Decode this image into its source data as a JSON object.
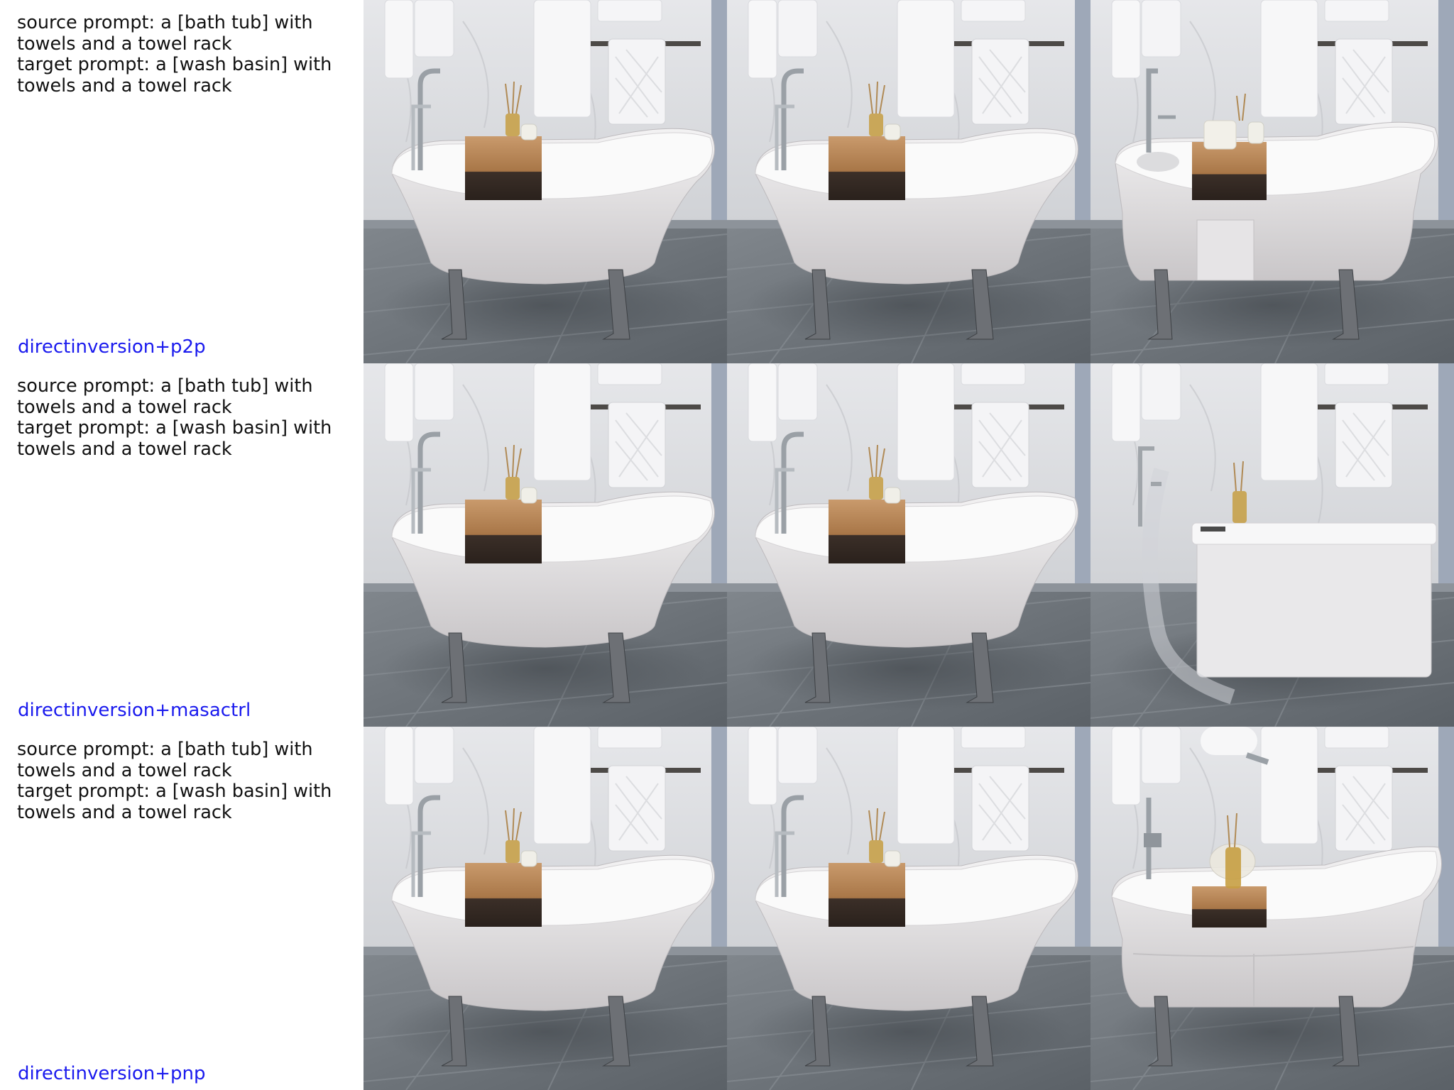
{
  "rows": [
    {
      "source_prompt": "source prompt: a [bath tub] with towels and a towel rack",
      "target_prompt": "target prompt: a [wash basin] with towels and a towel rack",
      "method": "directinversion+p2p",
      "result_kind": "tub-sink"
    },
    {
      "source_prompt": "source prompt: a [bath tub] with towels and a towel rack",
      "target_prompt": "target prompt: a [wash basin] with towels and a towel rack",
      "method": "directinversion+masactrl",
      "result_kind": "cabinet"
    },
    {
      "source_prompt": "source prompt: a [bath tub] with towels and a towel rack",
      "target_prompt": "target prompt: a [wash basin] with towels and a towel rack",
      "method": "directinversion+pnp",
      "result_kind": "tub-sink-2"
    }
  ],
  "colors": {
    "wall": "#dcdde0",
    "floor": "#6d7379",
    "tub": "#e8e6e7",
    "tray": "#b07d4f",
    "method_text": "#1a1aee"
  }
}
